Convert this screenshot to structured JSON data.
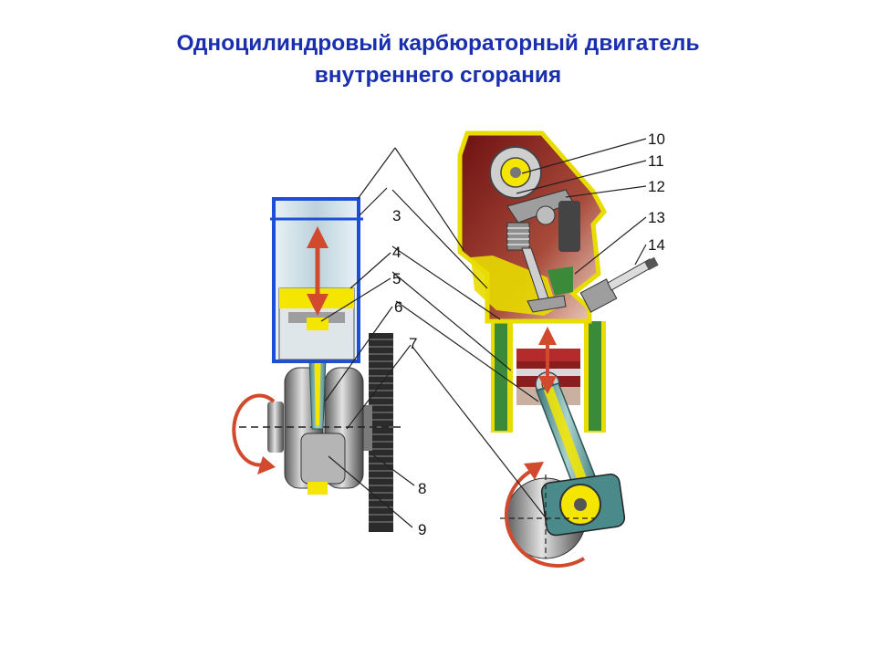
{
  "title": {
    "line1": "Одноцилиндровый карбюраторный двигатель",
    "line2": "внутреннего сгорания"
  },
  "callouts": {
    "n3": "3",
    "n4": "4",
    "n5": "5",
    "n6": "6",
    "n7": "7",
    "n8": "8",
    "n9": "9",
    "n10": "10",
    "n11": "11",
    "n12": "12",
    "n13": "13",
    "n14": "14"
  },
  "colors": {
    "title": "#1a2fb0",
    "cylinder_outline": "#1b4fd6",
    "cylinder_fill": "#c9dde6",
    "piston_yellow": "#f4e600",
    "motion_arrow": "#d24a2e",
    "head_red": "#8a1e1e",
    "head_outline": "#e8dc00",
    "crank_gray": "#8f8f8f",
    "flywheel_dark": "#2b2b2b",
    "rod_teal": "#4b8a8a"
  },
  "icons": [
    "double-arrow-icon",
    "rotation-arrow-icon"
  ]
}
